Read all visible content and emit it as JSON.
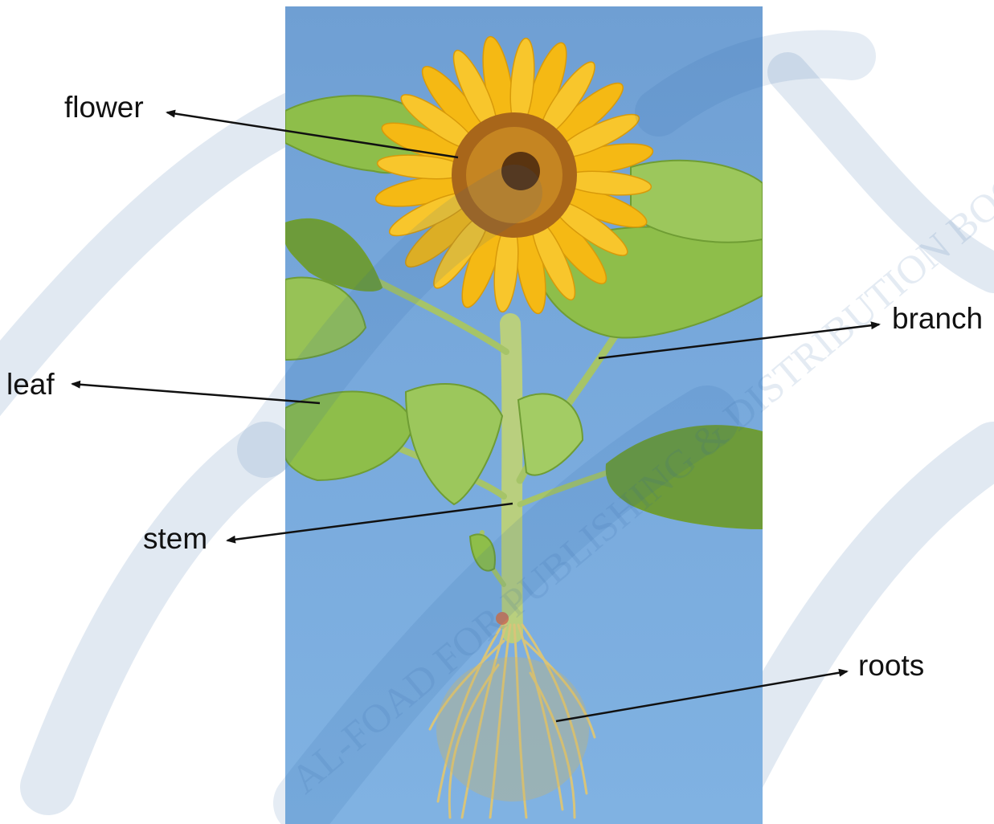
{
  "labels": {
    "flower": "flower",
    "leaf": "leaf",
    "stem": "stem",
    "branch": "branch",
    "roots": "roots"
  },
  "watermark": {
    "text": "AL-FOAD FOR PUBLISHING & DISTRIBUTION BOOK MAKERS",
    "color": "#2b62a6"
  },
  "colors": {
    "sky": "#78a9dc",
    "petal": "#f5b914",
    "flower_center": "#a8661a",
    "leaf": "#8ebe4a",
    "stem": "#b9cf7e",
    "roots": "#d8c47a",
    "arrow": "#111111"
  }
}
